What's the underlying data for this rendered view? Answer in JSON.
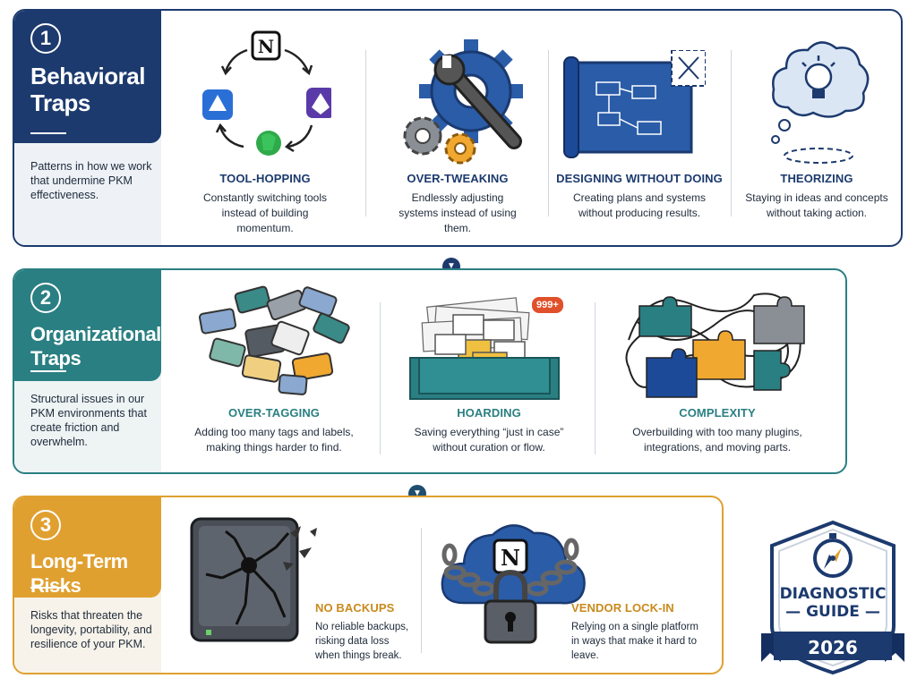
{
  "sections": [
    {
      "number": "1",
      "title": "Behavioral\nTraps",
      "description": "Patterns in how we work that undermine PKM effectiveness.",
      "items": [
        {
          "title": "TOOL-HOPPING",
          "desc": "Constantly switching tools instead of building momentum.",
          "icon": "tool-cycle-icon"
        },
        {
          "title": "OVER-TWEAKING",
          "desc": "Endlessly adjusting systems instead of using them.",
          "icon": "gears-wrench-icon"
        },
        {
          "title": "DESIGNING WITHOUT DOING",
          "desc": "Creating plans and systems without producing results.",
          "icon": "blueprint-icon"
        },
        {
          "title": "THEORIZING",
          "desc": "Staying in ideas and concepts without taking action.",
          "icon": "thought-bubble-icon"
        }
      ]
    },
    {
      "number": "2",
      "title": "Organizational\nTraps",
      "description": "Structural issues in our PKM environments that create friction and overwhelm.",
      "items": [
        {
          "title": "OVER-TAGGING",
          "desc": "Adding too many tags and labels, making things harder to find.",
          "icon": "tags-pile-icon"
        },
        {
          "title": "HOARDING",
          "desc": "Saving everything “just in case” without curation or flow.",
          "icon": "inbox-overflow-icon"
        },
        {
          "title": "COMPLEXITY",
          "desc": "Overbuilding with too many plugins, integrations, and moving parts.",
          "icon": "tangled-puzzle-icon"
        }
      ]
    },
    {
      "number": "3",
      "title": "Long-Term\nRisks",
      "description": "Risks that threaten the longevity, portability, and resilience of your PKM.",
      "items": [
        {
          "title": "NO BACKUPS",
          "desc": "No reliable backups, risking data loss when things break.",
          "icon": "broken-drive-icon"
        },
        {
          "title": "VENDOR LOCK-IN",
          "desc": "Relying on a single platform in ways that make it hard to leave.",
          "icon": "locked-cloud-icon"
        }
      ]
    }
  ],
  "icons_text": {
    "notion_letter": "N",
    "inbox_count": "999+"
  },
  "badge": {
    "title": "DIAGNOSTIC\n— GUIDE —",
    "year": "2026"
  },
  "colors": {
    "navy": "#1c3a6e",
    "teal": "#2a7f82",
    "gold": "#e0a030"
  }
}
